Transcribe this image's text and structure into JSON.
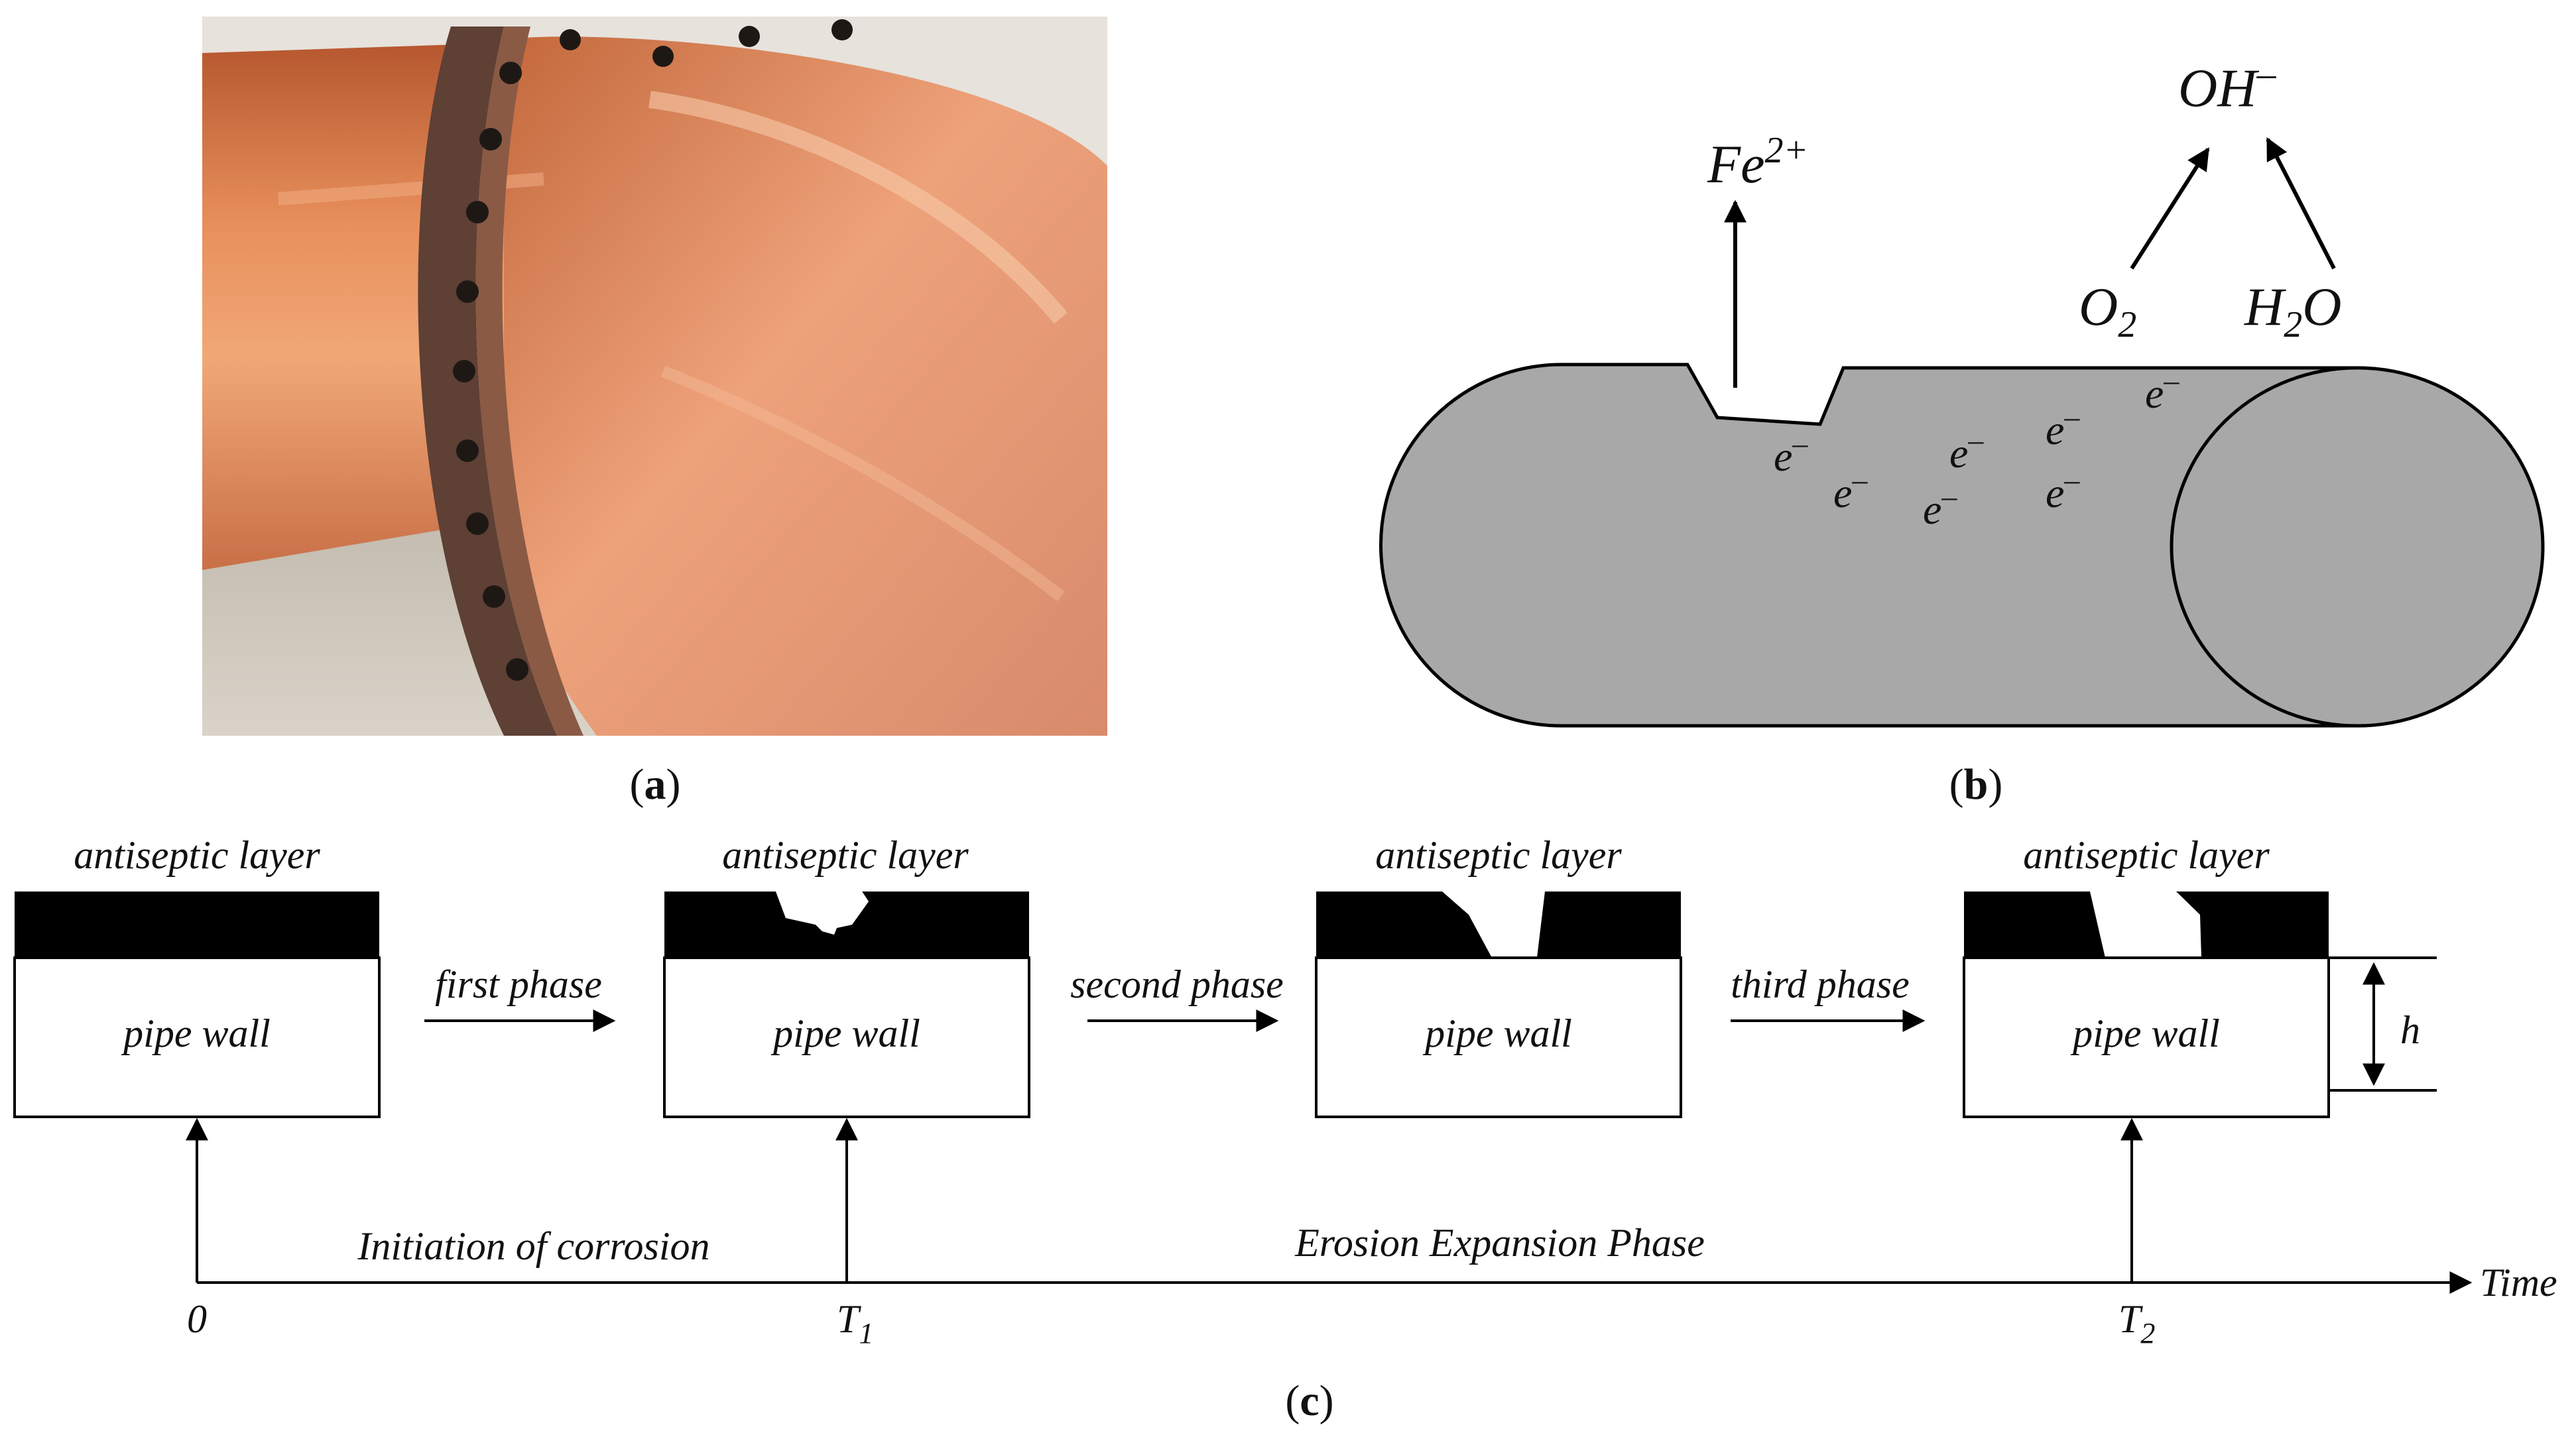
{
  "panels": {
    "a": {
      "caption_open": "(",
      "caption_letter": "a",
      "caption_close": ")"
    },
    "b": {
      "caption_open": "(",
      "caption_letter": "b",
      "caption_close": ")",
      "fe_base": "Fe",
      "fe_sup": "2+",
      "oh_base": "OH",
      "oh_sup": "–",
      "o2_base": "O",
      "o2_sub": "2",
      "h2o_h": "H",
      "h2o_sub": "2",
      "h2o_o": "O",
      "electron_base": "e",
      "electron_sup": "–"
    },
    "c": {
      "caption_open": "(",
      "caption_letter": "c",
      "caption_close": ")",
      "layer_label": "antiseptic layer",
      "wall_label": "pipe wall",
      "phases": [
        "first phase",
        "second phase",
        "third phase"
      ],
      "height_label": "h",
      "axis_label": "Time",
      "tick_0": "0",
      "tick_t1_base": "T",
      "tick_t1_sub": "1",
      "tick_t2_base": "T",
      "tick_t2_sub": "2",
      "period_initiation": "Initiation of corrosion",
      "period_expansion": "Erosion Expansion Phase"
    }
  },
  "colors": {
    "pipe_gray": "#a8a8a8",
    "layer_black": "#000000",
    "rust_orange": "#d97d4a",
    "rust_dark": "#5a3a2e",
    "sand": "#c9c2b6"
  }
}
